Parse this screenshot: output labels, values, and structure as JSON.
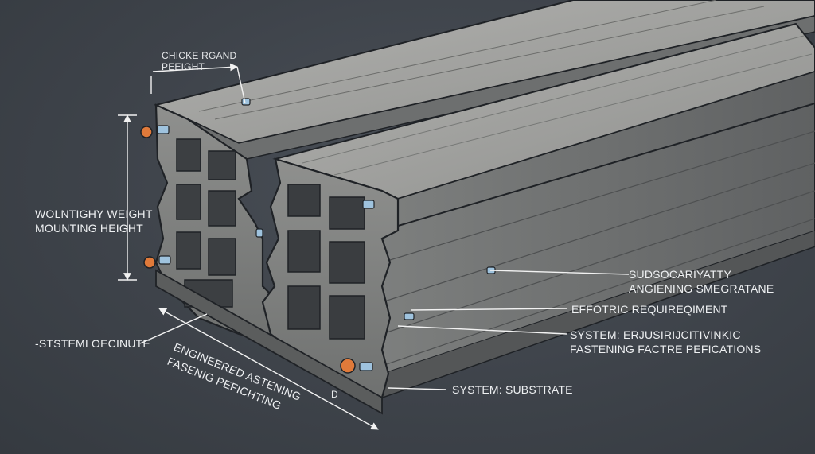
{
  "labels": {
    "top_callout": [
      "CHICKE RGAND",
      "PEEIGHT"
    ],
    "left_callout": [
      "WOLNTIGHY WEIGHT",
      "MOUNTING HEIGHT"
    ],
    "bottom_left_callout": "-STSTEMI OECINUTE",
    "diagonal_callout": [
      "ENGINEERED ASTENING",
      "FASENIG PEFICHTING"
    ],
    "right_callout_1": [
      "SUDSOCARIYATTY",
      "ANGIENING SMEGRATANE"
    ],
    "right_callout_2": "EFFOTRIC REQUIREQIMENT",
    "right_callout_3": [
      "SYSTEM: ERJUSIRIJCITIVINKIC",
      "FASTENING FACTRE PEFICATIONS"
    ],
    "right_callout_4": "SYSTEM: SUBSTRATE",
    "bottom_mark": "D"
  },
  "colors": {
    "background": "#3f444b",
    "wood_light": "#a3a3a1",
    "wood_mid": "#8a8b89",
    "wood_dark": "#5b5d5d",
    "outline": "#1f2226",
    "fastener_orange": "#e07a3a",
    "bracket_blue": "#8fb6d6",
    "annotation": "#f2f2f2"
  },
  "icons": [
    "orange-fastener-icon",
    "bracket-clip-icon",
    "dimension-arrow-icon"
  ]
}
